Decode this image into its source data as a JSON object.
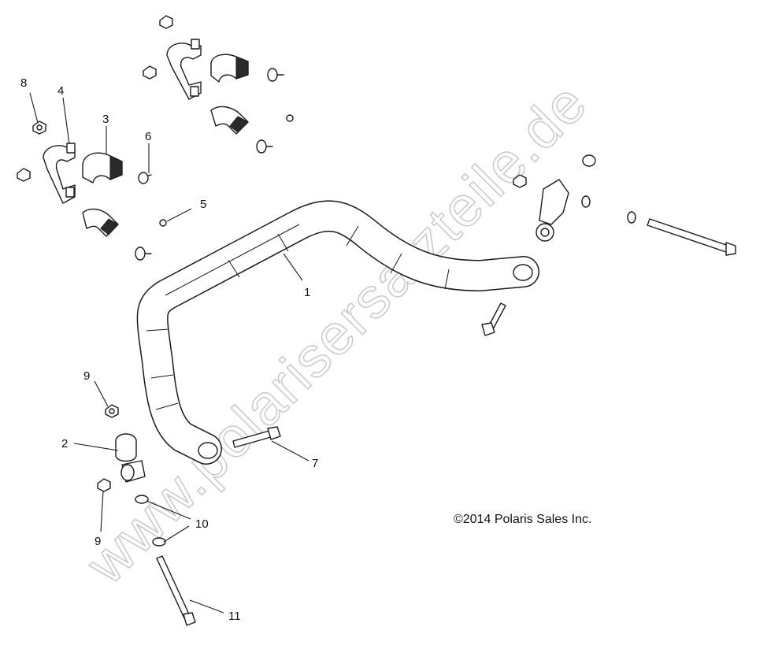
{
  "copyright": "©2014 Polaris Sales Inc.",
  "watermark": "www.polarisersatzteile.de",
  "callouts": [
    {
      "id": "c1",
      "text": "1"
    },
    {
      "id": "c2",
      "text": "2"
    },
    {
      "id": "c3",
      "text": "3"
    },
    {
      "id": "c4",
      "text": "4"
    },
    {
      "id": "c5",
      "text": "5"
    },
    {
      "id": "c6",
      "text": "6"
    },
    {
      "id": "c7",
      "text": "7"
    },
    {
      "id": "c8",
      "text": "8"
    },
    {
      "id": "c9a",
      "text": "9"
    },
    {
      "id": "c9b",
      "text": "9"
    },
    {
      "id": "c10",
      "text": "10"
    },
    {
      "id": "c11",
      "text": "11"
    }
  ]
}
